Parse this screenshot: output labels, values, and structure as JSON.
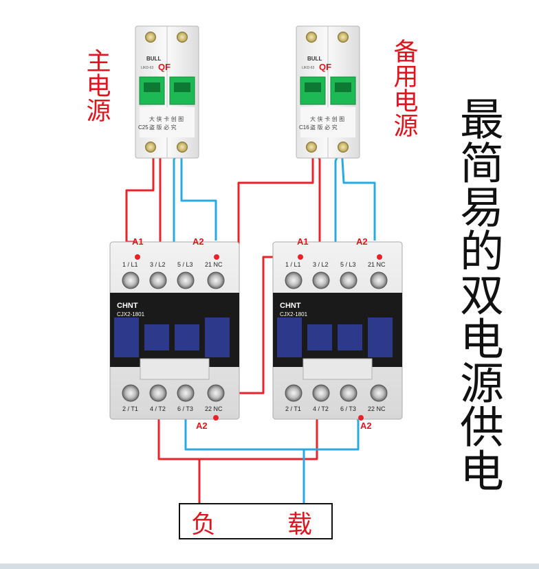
{
  "title": "最简易的双电源供电",
  "main_source_label": "主电源",
  "backup_source_label": "备用电源",
  "load_box": {
    "left": "负",
    "right": "载"
  },
  "breakers": [
    {
      "id": "main",
      "brand": "BULL",
      "qf": "QF",
      "model_small": "LIKD-63",
      "rating": "C25",
      "text_line1": "大 侠 卡 创 图",
      "text_line2": "盗 版 必 究"
    },
    {
      "id": "backup",
      "brand": "BULL",
      "qf": "QF",
      "model_small": "LIKD-63",
      "rating": "C16",
      "text_line1": "大 侠 卡 创 图",
      "text_line2": "盗 版 必 究"
    }
  ],
  "contactors": [
    {
      "id": "left",
      "brand": "CHNT",
      "model": "CJX2-1801",
      "top_terminals": [
        "1 / L1",
        "3 / L2",
        "5 / L3",
        "21 NC"
      ],
      "bottom_terminals": [
        "2 / T1",
        "4 / T2",
        "6 / T3",
        "22 NC"
      ],
      "coil_a1": "A1",
      "coil_a2": "A2",
      "coil_a2_bottom": "A2"
    },
    {
      "id": "right",
      "brand": "CHNT",
      "model": "CJX2-1801",
      "top_terminals": [
        "1 / L1",
        "3 / L2",
        "5 / L3",
        "21 NC"
      ],
      "bottom_terminals": [
        "2 / T1",
        "4 / T2",
        "6 / T3",
        "22 NC"
      ],
      "coil_a1": "A1",
      "coil_a2": "A2",
      "coil_a2_bottom": "A2"
    }
  ],
  "colors": {
    "live": "#e8232a",
    "neutral": "#27a9e1",
    "breaker_green": "#1db954",
    "contactor_black": "#1a1a1a",
    "contactor_blue": "#2d3a8c",
    "label_red": "#e0141e"
  }
}
